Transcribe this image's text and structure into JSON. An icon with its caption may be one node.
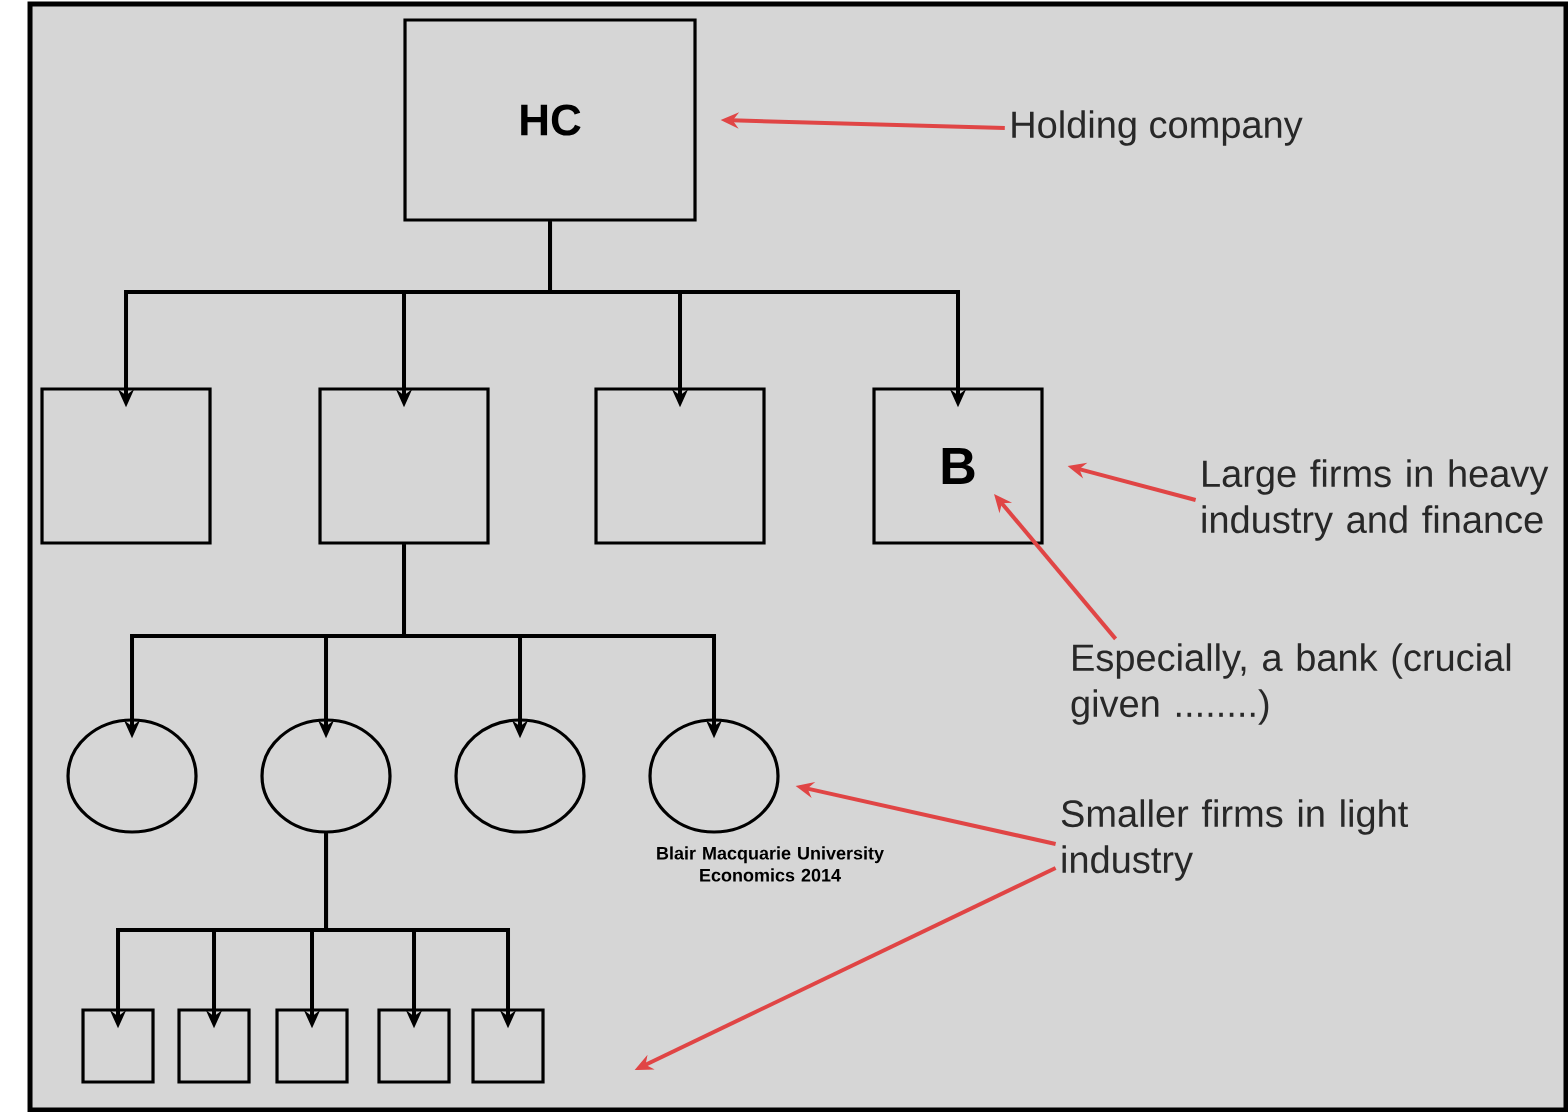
{
  "diagram": {
    "nodes": [
      {
        "text": [
          "HC"
        ]
      },
      {
        "text": [
          "Holding company"
        ]
      },
      {
        "text": [],
        "shape": "box"
      },
      {
        "text": [],
        "shape": "box"
      },
      {
        "text": [],
        "shape": "box"
      },
      {
        "text": [
          "B"
        ]
      },
      {
        "text": [
          "Large firms in heavy industry and finance"
        ]
      },
      {
        "text": [
          "Especially, a bank (crucial given ........)"
        ]
      },
      {
        "text": [],
        "shape": "circle"
      },
      {
        "text": [],
        "shape": "circle"
      },
      {
        "text": [],
        "shape": "circle"
      },
      {
        "text": [],
        "shape": "circle"
      },
      {
        "text": [
          "Smaller firms in light industry"
        ]
      },
      {
        "text": [],
        "shape": "box"
      },
      {
        "text": [],
        "shape": "box"
      },
      {
        "text": [],
        "shape": "box"
      },
      {
        "text": [],
        "shape": "box"
      },
      {
        "text": [],
        "shape": "box"
      }
    ],
    "edges": [
      {
        "from": 0,
        "to": 2,
        "arrow": "to"
      },
      {
        "from": 0,
        "to": 3,
        "arrow": "to"
      },
      {
        "from": 0,
        "to": 4,
        "arrow": "to"
      },
      {
        "from": 0,
        "to": 5,
        "arrow": "to"
      },
      {
        "from": 3,
        "to": 8,
        "arrow": "to"
      },
      {
        "from": 3,
        "to": 9,
        "arrow": "to"
      },
      {
        "from": 3,
        "to": 10,
        "arrow": "to"
      },
      {
        "from": 3,
        "to": 11,
        "arrow": "to"
      },
      {
        "from": 9,
        "to": 13,
        "arrow": "to"
      },
      {
        "from": 9,
        "to": 14,
        "arrow": "to"
      },
      {
        "from": 9,
        "to": 15,
        "arrow": "to"
      },
      {
        "from": 9,
        "to": 16,
        "arrow": "to"
      },
      {
        "from": 9,
        "to": 17,
        "arrow": "to"
      },
      {
        "from": 1,
        "to": 0,
        "arrow": "to",
        "color": "#e04545"
      },
      {
        "from": 6,
        "to": 5,
        "arrow": "to",
        "color": "#e04545"
      },
      {
        "from": 7,
        "to": 5,
        "arrow": "to",
        "color": "#e04545"
      },
      {
        "from": 12,
        "to": 11,
        "arrow": "to",
        "color": "#e04545"
      },
      {
        "from": 12,
        "to": 17,
        "arrow": "to",
        "color": "#e04545"
      }
    ],
    "labels": [
      "Blair Macquarie University Economics 2014"
    ]
  }
}
